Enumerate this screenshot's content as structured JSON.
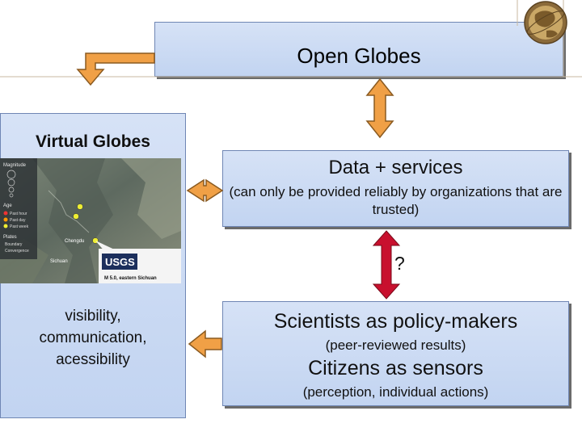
{
  "title": "Open Globes",
  "virtual_globes": {
    "title": "Virtual Globes",
    "map_legend": {
      "magnitude_label": "Magnitude",
      "age_label": "Age",
      "age_items": [
        "Past hour",
        "Past day",
        "Past week"
      ],
      "plates_label": "Plates",
      "plate_items": [
        "Boundary",
        "Convergence"
      ]
    },
    "map_place": "Chengdu",
    "map_place2": "Sichuan",
    "usgs_logo": "USGS",
    "usgs_caption": "M 5.0, eastern Sichuan",
    "text_lines": [
      "visibility,",
      "communication,",
      "acessibility"
    ]
  },
  "data_services": {
    "title": "Data + services",
    "subtitle": "(can only be provided reliably by organizations that are trusted)"
  },
  "question_mark": "?",
  "roles": {
    "scientists_title": "Scientists as policy-makers",
    "scientists_sub": "(peer-reviewed results)",
    "citizens_title": "Citizens as sensors",
    "citizens_sub": "(perception, individual actions)"
  },
  "colors": {
    "box_fill": "#c8d8f3",
    "box_border": "#6f86b4",
    "arrow_orange": "#f0a046",
    "arrow_red": "#c8102e"
  }
}
